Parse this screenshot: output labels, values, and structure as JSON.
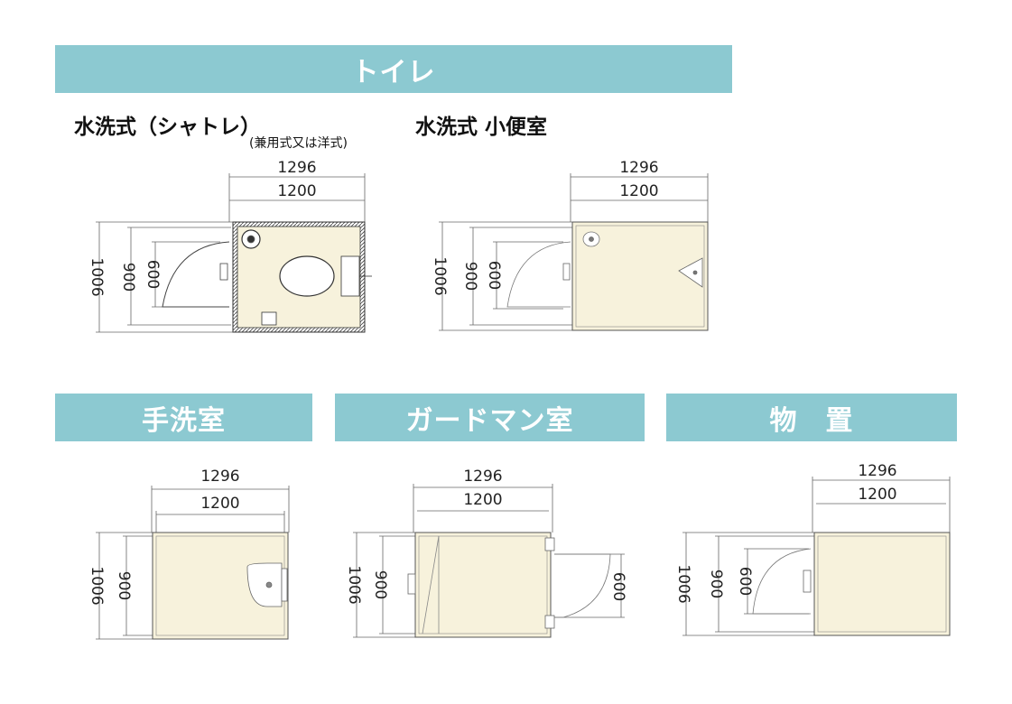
{
  "sections": {
    "toilet": {
      "title": "トイレ"
    },
    "handwash": {
      "title": "手洗室"
    },
    "guardman": {
      "title": "ガードマン室"
    },
    "storage": {
      "title": "物　置"
    }
  },
  "units": {
    "toilet_flush": {
      "title": "水洗式（シャトレ）",
      "subtitle": "(兼用式又は洋式)"
    },
    "urinal": {
      "title": "水洗式 小便室"
    }
  },
  "dimensions": {
    "outer_width": "1296",
    "inner_width": "1200",
    "outer_depth": "1006",
    "inner_depth": "900",
    "door": "600"
  },
  "colors": {
    "band": "#8cc9d1",
    "floor": "#f7f2dc",
    "line": "#555555"
  }
}
